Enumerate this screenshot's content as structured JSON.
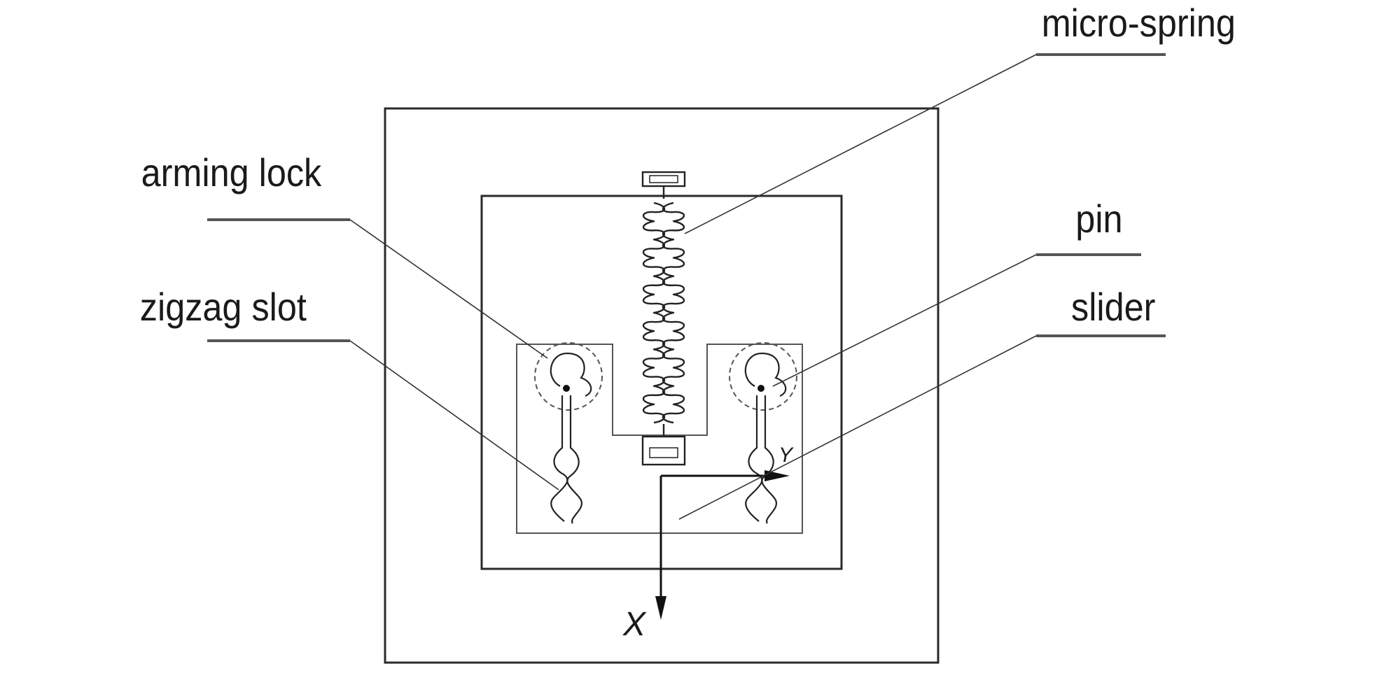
{
  "labels": {
    "micro_spring": "micro-spring",
    "arming_lock": "arming lock",
    "zigzag_slot": "zigzag slot",
    "pin": "pin",
    "slider": "slider"
  },
  "axes": {
    "x": "X",
    "y": "Y"
  },
  "colors": {
    "line": "#2a2a2a",
    "text": "#1a1a1a",
    "background": "#ffffff"
  }
}
